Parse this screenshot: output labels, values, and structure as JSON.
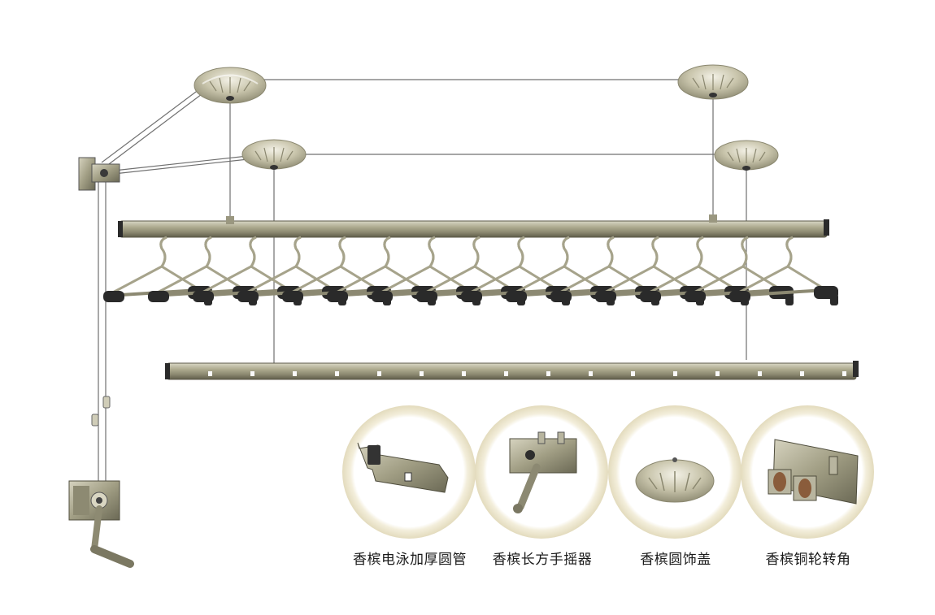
{
  "components": [
    {
      "id": "tube",
      "label": "香槟电泳加厚圆管",
      "icon": "aluminum-tube-icon"
    },
    {
      "id": "crank",
      "label": "香槟长方手摇器",
      "icon": "crank-handle-icon"
    },
    {
      "id": "cap",
      "label": "香槟圆饰盖",
      "icon": "decorative-cap-icon"
    },
    {
      "id": "corner",
      "label": "香槟铜轮转角",
      "icon": "pulley-corner-icon"
    }
  ],
  "colors": {
    "champagne": "#a8a58a",
    "champagne_dark": "#6f6d58",
    "hanger_black": "#2a2a2a",
    "ring": "#e9e2c8",
    "cable": "#707070"
  }
}
